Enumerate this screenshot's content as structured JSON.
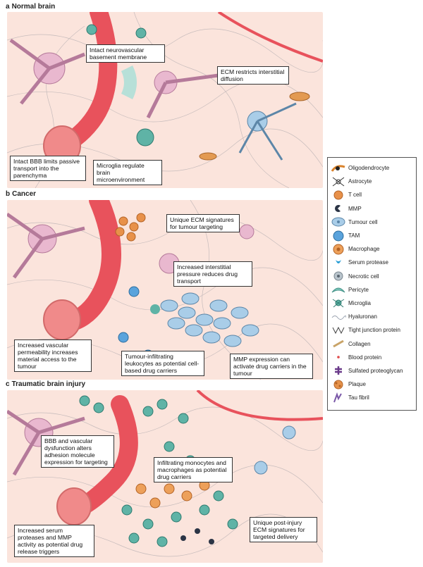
{
  "panels": [
    {
      "letter": "a",
      "title": "Normal brain",
      "callouts": [
        "Intact neurovascular basement membrane",
        "ECM restricts interstitial diffusion",
        "Intact BBB limits passive transport into the parenchyma",
        "Microglia regulate brain microenvironment"
      ]
    },
    {
      "letter": "b",
      "title": "Cancer",
      "callouts": [
        "Unique ECM signatures for tumour targeting",
        "Increased interstitial pressure reduces drug transport",
        "Increased vascular permeability increases material access to the tumour",
        "Tumour-infiltrating leukocytes as potential cell-based drug carriers",
        "MMP expression can activate drug carriers in the tumour"
      ]
    },
    {
      "letter": "c",
      "title": "Traumatic brain injury",
      "callouts": [
        "BBB and vascular dysfunction alters adhesion molecule expression for targeting",
        "Infiltrating monocytes and macrophages as potential drug carriers",
        "Increased serum proteases and MMP activity as potential drug release triggers",
        "Unique post-injury ECM signatures for targeted delivery"
      ]
    }
  ],
  "legend": [
    {
      "label": "Oligodendrocyte",
      "icon": "oligodendrocyte-icon",
      "color": "#d9822b"
    },
    {
      "label": "Astrocyte",
      "icon": "astrocyte-icon",
      "color": "#333333"
    },
    {
      "label": "T cell",
      "icon": "t-cell-icon",
      "color": "#e8914a"
    },
    {
      "label": "MMP",
      "icon": "mmp-icon",
      "color": "#2b3445"
    },
    {
      "label": "Tumour cell",
      "icon": "tumour-cell-icon",
      "color": "#a9cde8"
    },
    {
      "label": "TAM",
      "icon": "tam-icon",
      "color": "#5aa3dc"
    },
    {
      "label": "Macrophage",
      "icon": "macrophage-icon",
      "color": "#eda05a"
    },
    {
      "label": "Serum protease",
      "icon": "serum-protease-icon",
      "color": "#2a9fd6"
    },
    {
      "label": "Necrotic cell",
      "icon": "necrotic-cell-icon",
      "color": "#b9c4cc"
    },
    {
      "label": "Pericyte",
      "icon": "pericyte-icon",
      "color": "#7ec8bd"
    },
    {
      "label": "Microglia",
      "icon": "microglia-icon",
      "color": "#5fb3a6"
    },
    {
      "label": "Hyaluronan",
      "icon": "hyaluronan-icon",
      "color": "#9aa3b0"
    },
    {
      "label": "Tight junction protein",
      "icon": "tight-junction-icon",
      "color": "#444444"
    },
    {
      "label": "Collagen",
      "icon": "collagen-icon",
      "color": "#c9a468"
    },
    {
      "label": "Blood protein",
      "icon": "blood-protein-icon",
      "color": "#e04a4a"
    },
    {
      "label": "Sulfated proteoglycan",
      "icon": "sulfated-proteoglycan-icon",
      "color": "#6a3a8a"
    },
    {
      "label": "Plaque",
      "icon": "plaque-icon",
      "color": "#e6924a"
    },
    {
      "label": "Tau fibril",
      "icon": "tau-fibril-icon",
      "color": "#7a58a8"
    }
  ],
  "colors": {
    "background": "#fbe4dc",
    "vessel": "#e8525c",
    "neuron": "#e9b8cf",
    "glia": "#a9cde8"
  }
}
